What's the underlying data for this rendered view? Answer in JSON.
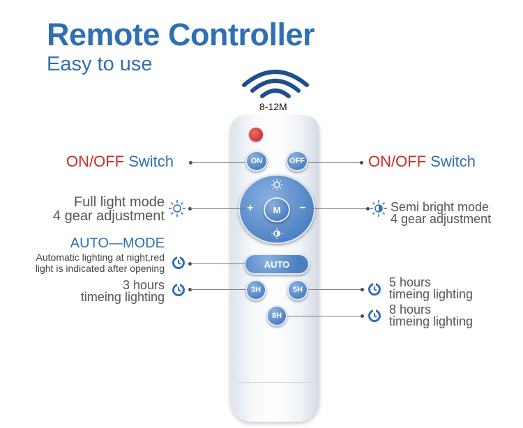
{
  "header": {
    "title": "Remote Controller",
    "subtitle": "Easy to use"
  },
  "range_label": "8-12M",
  "remote": {
    "on": "ON",
    "off": "OFF",
    "mode": "M",
    "plus": "+",
    "minus": "−",
    "auto": "AUTO",
    "h3": "3H",
    "h5": "5H",
    "h8": "8H"
  },
  "labels": {
    "left_switch_a": "ON/OFF",
    "left_switch_b": "Switch",
    "right_switch_a": "ON/OFF",
    "right_switch_b": "Switch",
    "full_light_1": "Full light mode",
    "full_light_2": "4 gear adjustment",
    "semi_1": "Semi bright mode",
    "semi_2": "4 gear adjustment",
    "auto_mode": "AUTO—MODE",
    "auto_desc_1": "Automatic lighting at night,red",
    "auto_desc_2": "light is indicated after opening",
    "h3_1": "3 hours",
    "h3_2": "timeing lighting",
    "h5_1": "5 hours",
    "h5_2": "timeing lighting",
    "h8_1": "8 hours",
    "h8_2": "timeing lighting"
  },
  "colors": {
    "brand_blue": "#2f6fb3",
    "red": "#cf2a27",
    "button_blue": "#4a7fc2"
  },
  "icons": [
    "wifi-signal-icon",
    "sun-icon",
    "half-sun-icon",
    "timer-icon"
  ]
}
